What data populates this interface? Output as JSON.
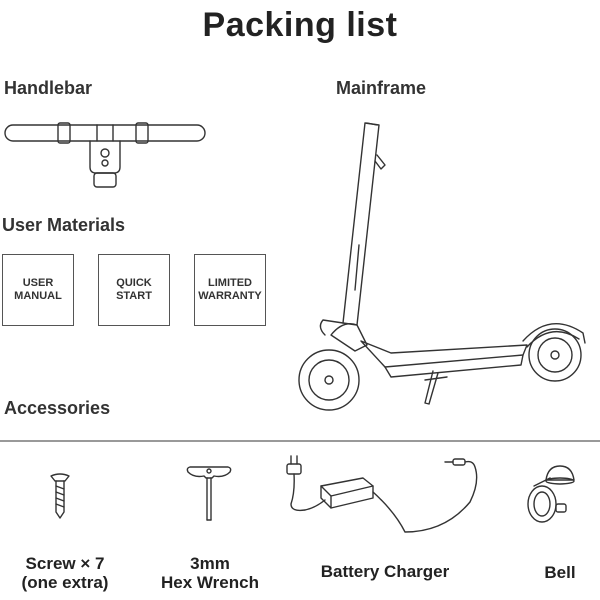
{
  "title": "Packing list",
  "sections": {
    "handlebar": "Handlebar",
    "mainframe": "Mainframe",
    "user_materials": "User Materials",
    "accessories": "Accessories"
  },
  "materials": {
    "user_manual": "USER\nMANUAL",
    "quick_start": "QUICK\nSTART",
    "limited_warranty": "LIMITED\nWARRANTY"
  },
  "accessories": {
    "screw": "Screw × 7\n(one extra)",
    "wrench": "3mm\nHex Wrench",
    "charger": "Battery Charger",
    "bell": "Bell"
  },
  "icons": [
    "handlebar-icon",
    "scooter-icon",
    "screw-icon",
    "hex-wrench-icon",
    "battery-charger-icon",
    "bell-icon"
  ]
}
